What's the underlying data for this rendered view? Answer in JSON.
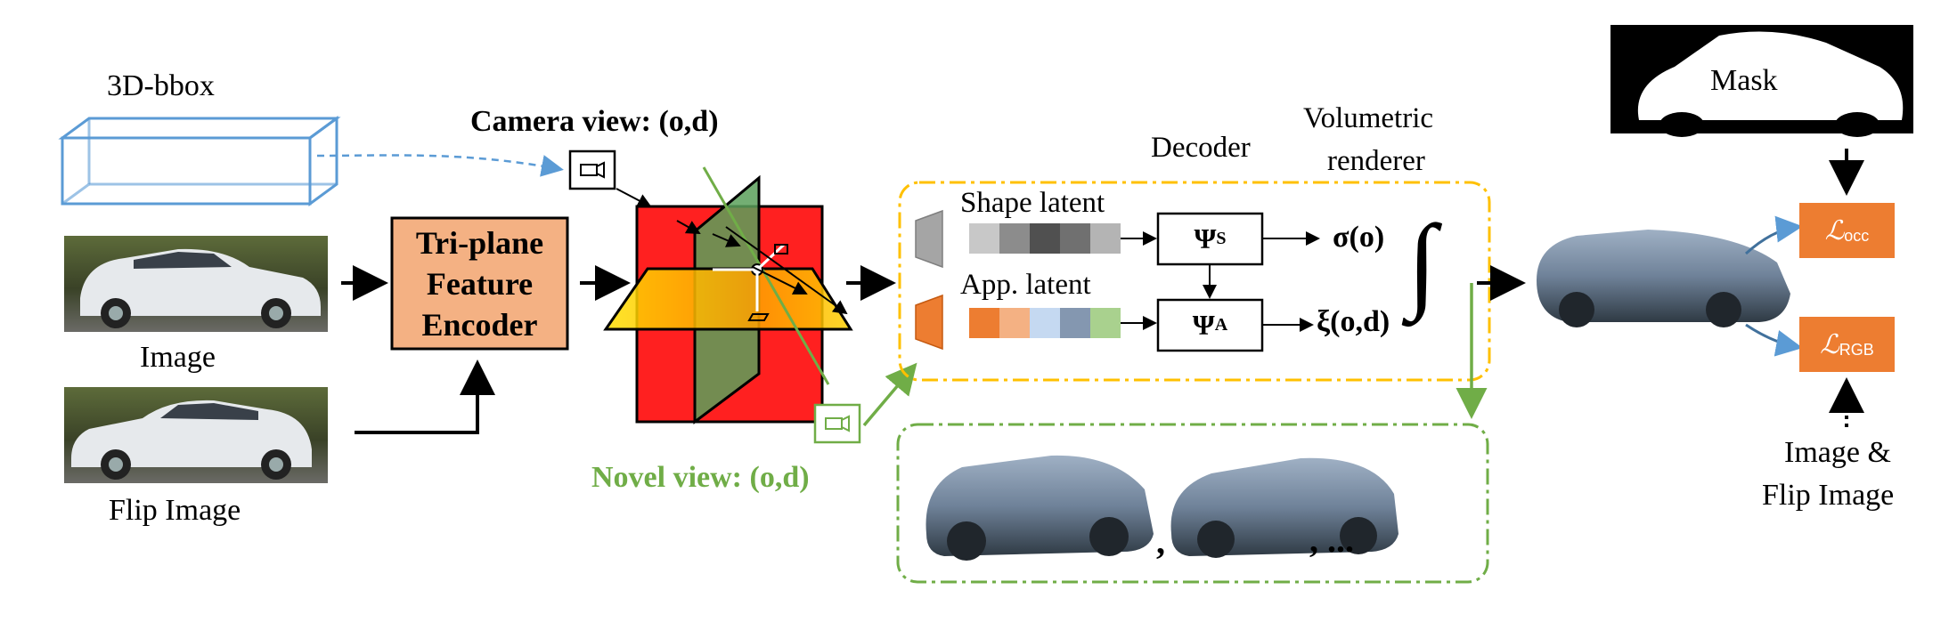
{
  "labels": {
    "bbox": "3D-bbox",
    "image": "Image",
    "flip_image": "Flip Image",
    "camera_view": "Camera view: (o,d)",
    "novel_view": "Novel view: (o,d)",
    "encoder": "Tri-plane Feature Encoder",
    "decoder": "Decoder",
    "volumetric": "Volumetric",
    "renderer": "renderer",
    "shape_latent": "Shape latent",
    "app_latent": "App. latent",
    "psi_s": "ΨS",
    "psi_a": "ΨA",
    "sigma": "σ(o)",
    "xi": "ξ(o,d)",
    "integral": "∫",
    "mask": "Mask",
    "loss_occ": "ℒocc",
    "loss_rgb": "ℒRGB",
    "image_and": "Image &",
    "flip_image2": "Flip Image",
    "comma1": ",",
    "comma2": ", ..."
  },
  "colors": {
    "bbox_blue": "#5b9bd5",
    "encoder_fill": "#f4b183",
    "plane_red": "#ff2020",
    "plane_green": "#5aa05a",
    "plane_yellow": "#ffd700",
    "novel_green": "#70ad47",
    "dash_yellow": "#ffc000",
    "loss_orange": "#ed7d31",
    "shape_gray": [
      "#c8c8c8",
      "#8c8c8c",
      "#505050",
      "#707070",
      "#b4b4b4"
    ],
    "app_colors": [
      "#ed7d31",
      "#f4b183",
      "#c5d9f1",
      "#8497b0",
      "#a9d18e"
    ]
  }
}
